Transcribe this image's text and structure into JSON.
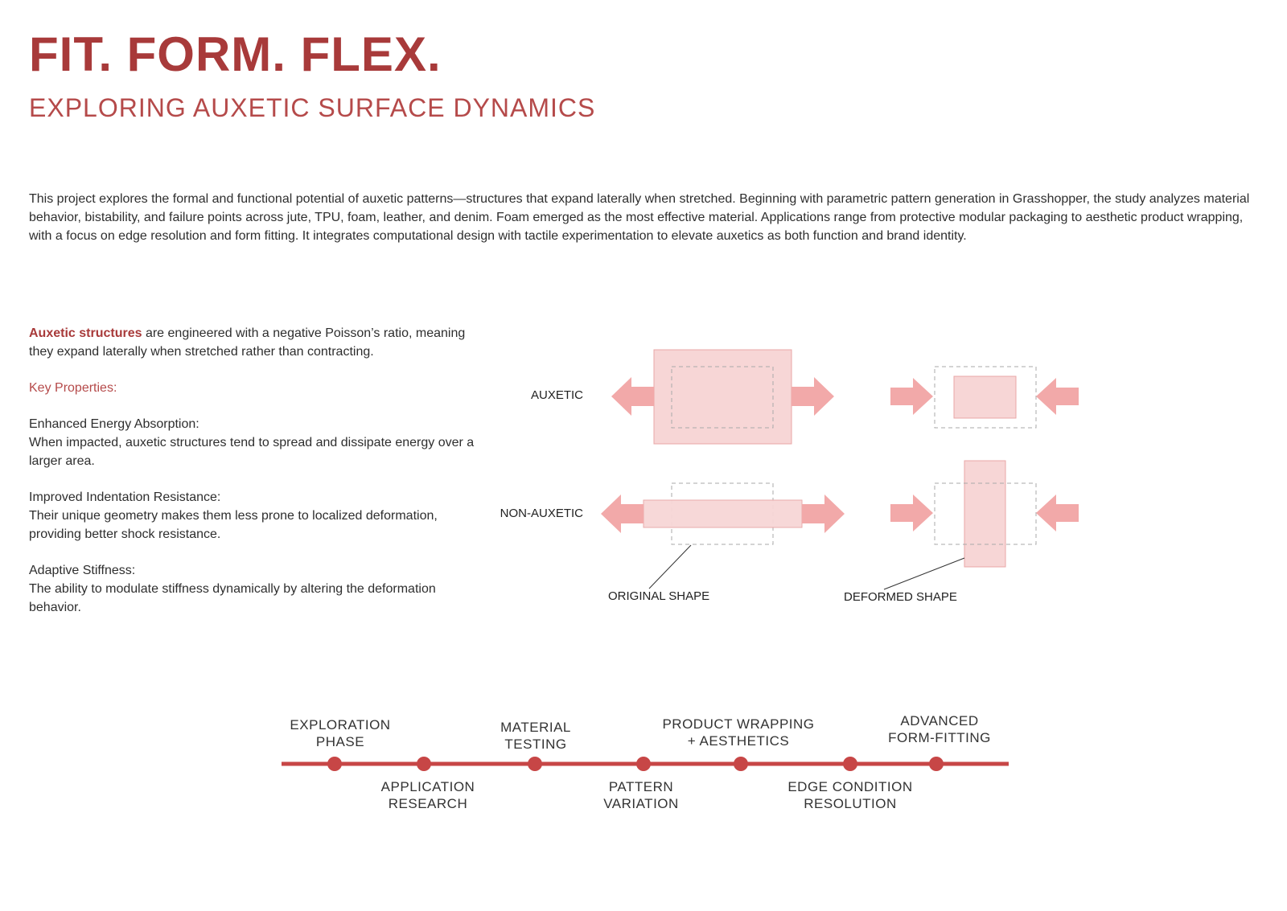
{
  "header": {
    "title": "FIT. FORM. FLEX.",
    "subtitle": "EXPLORING AUXETIC SURFACE DYNAMICS"
  },
  "intro": {
    "text": "This project explores the formal and functional potential of auxetic patterns—structures that expand laterally when stretched. Beginning with parametric pattern generation in Grasshopper, the study analyzes material behavior, bistability, and failure points across jute, TPU, foam, leather, and denim. Foam emerged as the most effective material. Applications range from protective modular packaging to aesthetic product wrapping, with a focus on edge resolution and form fitting. It integrates computational design with tactile experimentation to elevate auxetics as both function and brand identity."
  },
  "properties": {
    "lead_term": "Auxetic structures",
    "lead_rest": " are engineered with a negative Poisson’s ratio, meaning they expand laterally when stretched rather than contracting.",
    "key_title": "Key Properties:",
    "items": [
      {
        "title": "Enhanced Energy Absorption:",
        "desc": "When impacted, auxetic structures tend to spread and dissipate energy over a larger area."
      },
      {
        "title": "Improved Indentation Resistance:",
        "desc": "Their unique geometry makes them less prone to localized deformation, providing better shock resistance."
      },
      {
        "title": "Adaptive Stiffness:",
        "desc": "The ability to modulate stiffness dynamically by altering the deformation behavior."
      }
    ]
  },
  "diagram": {
    "row_labels": [
      "AUXETIC",
      "NON-AUXETIC"
    ],
    "legend_original": "ORIGINAL SHAPE",
    "legend_deformed": "DEFORMED SHAPE",
    "colors": {
      "fill": "#f7d6d6",
      "stroke": "#e8a7a7",
      "arrow": "#f2a9a9",
      "dash": "#a9a9a9"
    }
  },
  "timeline": {
    "line_color": "#c74646",
    "top_labels": [
      [
        "EXPLORATION",
        "PHASE"
      ],
      [
        "MATERIAL",
        "TESTING"
      ],
      [
        "PRODUCT WRAPPING",
        "+ AESTHETICS"
      ],
      [
        "ADVANCED",
        "FORM-FITTING"
      ]
    ],
    "bottom_labels": [
      [
        "APPLICATION",
        "RESEARCH"
      ],
      [
        "PATTERN",
        "VARIATION"
      ],
      [
        "EDGE CONDITION",
        "RESOLUTION"
      ]
    ]
  }
}
